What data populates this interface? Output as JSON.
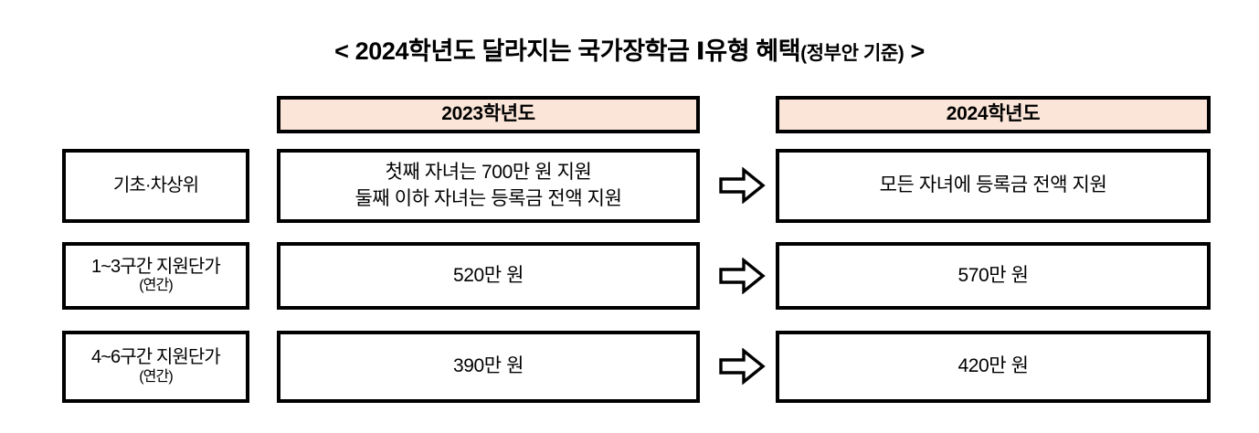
{
  "title": {
    "main_prefix": "< 2024학년도 달라지는 국가장학금 Ⅰ유형 혜택",
    "sub": "(정부안 기준)",
    "main_suffix": " >"
  },
  "colors": {
    "header_fill": "#fae5d8",
    "border": "#000000",
    "background": "#ffffff",
    "text": "#000000"
  },
  "table": {
    "headers": {
      "corner": "",
      "year_2023": "2023학년도",
      "year_2024": "2024학년도"
    },
    "rows": [
      {
        "label_line1": "기초·차상위",
        "label_line2": "",
        "before_line1": "첫째 자녀는 700만 원 지원",
        "before_line2": "둘째 이하 자녀는 등록금 전액 지원",
        "after_line1": "모든 자녀에 등록금 전액 지원",
        "after_line2": "",
        "arrow": "right-arrow-icon"
      },
      {
        "label_line1": "1~3구간 지원단가",
        "label_line2": "(연간)",
        "before_line1": "520만 원",
        "before_line2": "",
        "after_line1": "570만 원",
        "after_line2": "",
        "arrow": "right-arrow-icon"
      },
      {
        "label_line1": "4~6구간 지원단가",
        "label_line2": "(연간)",
        "before_line1": "390만 원",
        "before_line2": "",
        "after_line1": "420만 원",
        "after_line2": "",
        "arrow": "right-arrow-icon"
      }
    ]
  }
}
